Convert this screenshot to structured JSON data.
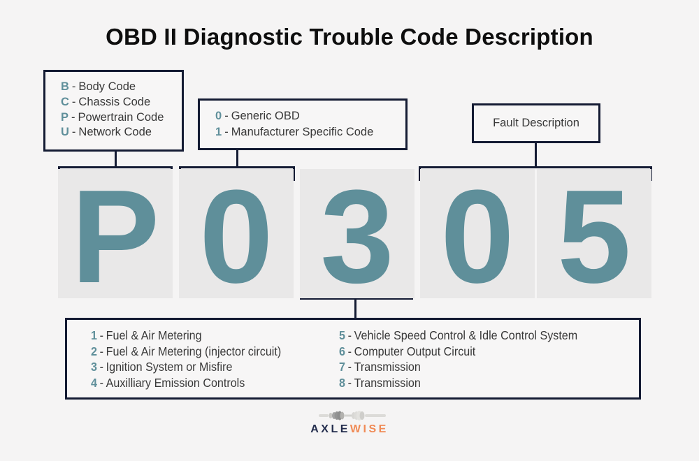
{
  "title": "OBD II Diagnostic Trouble Code Description",
  "separator": "-",
  "system_box": {
    "items": [
      {
        "key": "B",
        "label": "Body Code"
      },
      {
        "key": "C",
        "label": "Chassis Code"
      },
      {
        "key": "P",
        "label": "Powertrain Code"
      },
      {
        "key": "U",
        "label": "Network Code"
      }
    ]
  },
  "scope_box": {
    "items": [
      {
        "key": "0",
        "label": "Generic OBD"
      },
      {
        "key": "1",
        "label": "Manufacturer Specific Code"
      }
    ]
  },
  "fault_box": {
    "label": "Fault Description"
  },
  "code": {
    "chars": [
      "P",
      "0",
      "3",
      "0",
      "5"
    ]
  },
  "subsystem_box": {
    "left": [
      {
        "key": "1",
        "label": "Fuel & Air Metering"
      },
      {
        "key": "2",
        "label": "Fuel & Air Metering (injector circuit)"
      },
      {
        "key": "3",
        "label": "Ignition System or Misfire"
      },
      {
        "key": "4",
        "label": "Auxilliary Emission Controls"
      }
    ],
    "right": [
      {
        "key": "5",
        "label": "Vehicle Speed Control & Idle Control System"
      },
      {
        "key": "6",
        "label": "Computer Output Circuit"
      },
      {
        "key": "7",
        "label": "Transmission"
      },
      {
        "key": "8",
        "label": "Transmission"
      }
    ]
  },
  "logo": {
    "brand_primary": "AXLE",
    "brand_secondary": "WISE"
  },
  "colors": {
    "accent_teal": "#5f8f9a",
    "line_navy": "#141b33",
    "cell_gray": "#e9e8e8",
    "logo_navy": "#222c4c",
    "logo_orange": "#f08a55"
  }
}
